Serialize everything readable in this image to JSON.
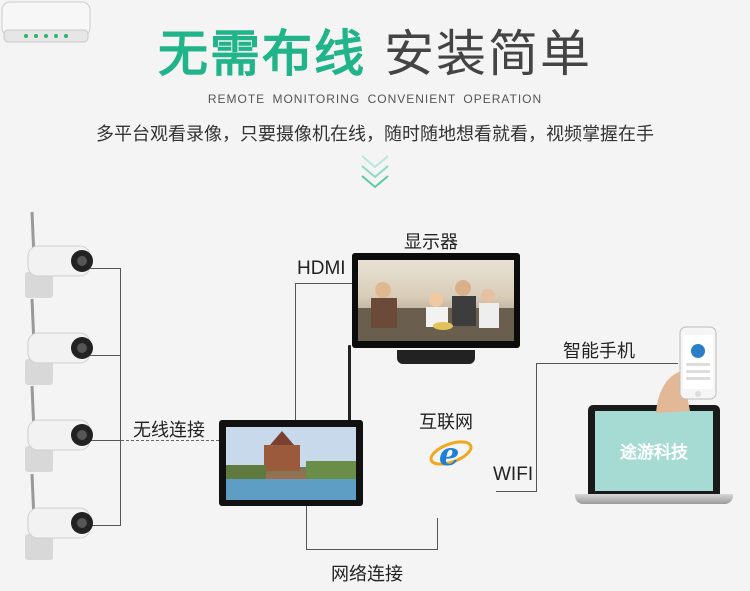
{
  "header": {
    "title_green": "无需布线",
    "title_gray": "安装简单",
    "subtitle_en": "REMOTE MONITORING  CONVENIENT OPERATION",
    "subtitle_cn": "多平台观看录像，只要摄像机在线，随时随地想看就看，视频掌握在手"
  },
  "labels": {
    "display": "显示器",
    "hdmi": "HDMI",
    "wireless": "无线连接",
    "internet": "互联网",
    "wifi": "WIFI",
    "phone": "智能手机",
    "network": "网络连接",
    "laptop_brand": "途游科技"
  },
  "colors": {
    "accent_green": "#21b48b",
    "laptop_screen": "#a6dbd4",
    "ie_blue": "#1e7fd6",
    "ie_ring": "#f0a81e"
  }
}
